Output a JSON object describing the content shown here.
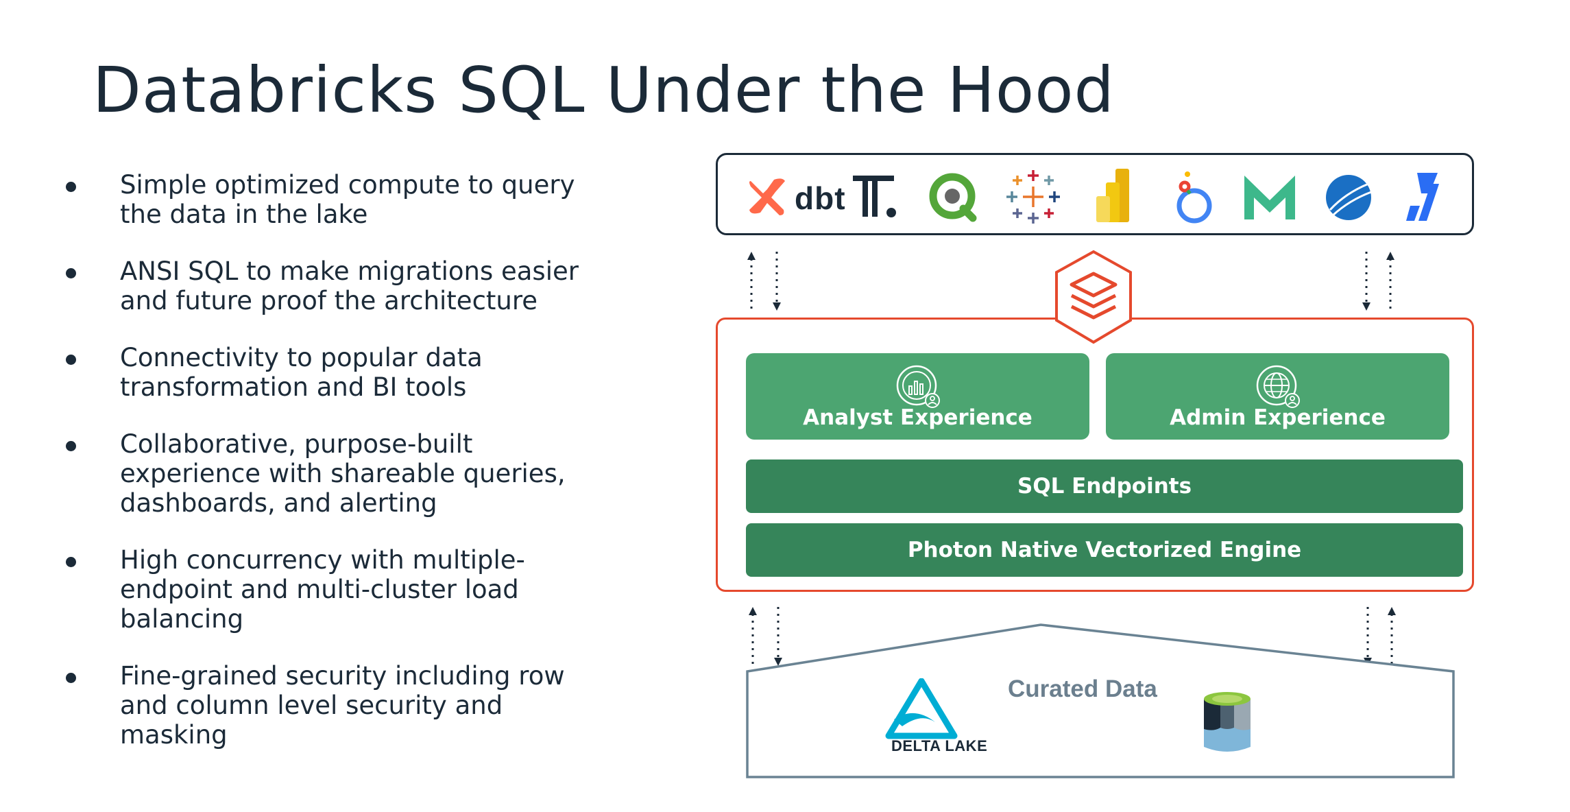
{
  "title": "Databricks SQL Under the Hood",
  "bullets": [
    "Simple optimized compute to query the data in the lake",
    "ANSI SQL to make migrations easier and future proof the architecture",
    "Connectivity to popular data transformation and BI tools",
    "Collaborative, purpose-built experience with shareable queries, dashboards, and alerting",
    "High concurrency with multiple-endpoint and multi-cluster load balancing",
    "Fine-grained security including row and column level security and masking"
  ],
  "tools": {
    "dbt_label": "dbt",
    "icons": [
      "dbt-icon",
      "thoughtspot-icon",
      "qlik-icon",
      "tableau-icon",
      "power-bi-icon",
      "looker-icon",
      "mode-icon",
      "microstrategy-icon",
      "sigma-icon"
    ]
  },
  "dsql": {
    "analyst_label": "Analyst Experience",
    "admin_label": "Admin Experience",
    "endpoints_label": "SQL Endpoints",
    "photon_label": "Photon Native Vectorized Engine"
  },
  "storage": {
    "curated_label": "Curated Data",
    "delta_label": "DELTA LAKE"
  },
  "colors": {
    "text": "#1b2a38",
    "accent_red": "#e5492d",
    "green_light": "#4ca571",
    "green_dark": "#36855a",
    "house": "#6a8393"
  }
}
